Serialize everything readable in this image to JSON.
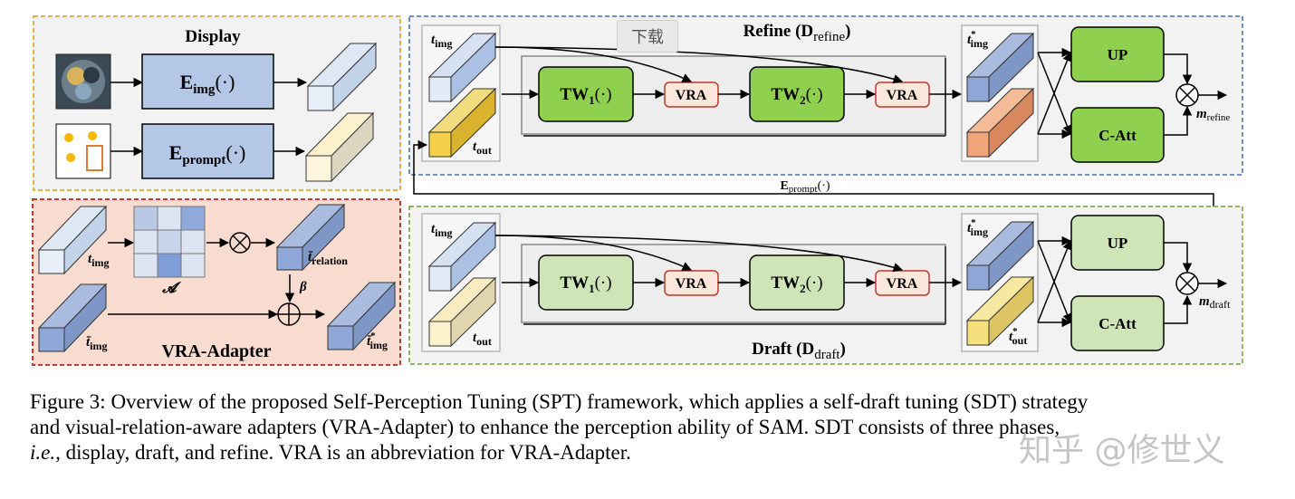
{
  "panels": {
    "display": {
      "title": "Display",
      "e_img_base": "E",
      "e_img_sub": "img",
      "e_img_arg": "(·)",
      "e_prompt_base": "E",
      "e_prompt_sub": "prompt",
      "e_prompt_arg": "(·)"
    },
    "refine": {
      "title_main": "Refine (D",
      "title_sub": "refine",
      "title_close": ")",
      "t_img_base": "t",
      "t_img_sub": "img",
      "t_out_base": "t",
      "t_out_sub": "out",
      "tw1_base": "TW",
      "tw1_sub": "1",
      "tw1_arg": "(·)",
      "tw2_base": "TW",
      "tw2_sub": "2",
      "tw2_arg": "(·)",
      "vra1": "VRA",
      "vra2": "VRA",
      "t_img_star_base": "t",
      "t_img_star_sup": "*",
      "t_img_star_sub": "img",
      "up": "UP",
      "catt": "C-Att",
      "otimes": "⊗",
      "m_base": "m",
      "m_sub": "refine"
    },
    "eprompt_link": {
      "base": "E",
      "sub": "prompt",
      "arg": "(·)"
    },
    "draft": {
      "title_main": "Draft (D",
      "title_sub": "draft",
      "title_close": ")",
      "t_img_base": "t",
      "t_img_sub": "img",
      "t_out_base": "t",
      "t_out_sub": "out",
      "tw1_base": "TW",
      "tw1_sub": "1",
      "tw1_arg": "(·)",
      "tw2_base": "TW",
      "tw2_sub": "2",
      "tw2_arg": "(·)",
      "vra1": "VRA",
      "vra2": "VRA",
      "t_img_star_base": "t",
      "t_img_star_sup": "*",
      "t_img_star_sub": "img",
      "t_out_star_base": "t",
      "t_out_star_sup": "*",
      "t_out_star_sub": "out",
      "up": "UP",
      "catt": "C-Att",
      "otimes": "⊗",
      "m_base": "m",
      "m_sub": "draft"
    },
    "vra_adapter": {
      "title": "VRA-Adapter",
      "t_img_base": "t",
      "t_img_sub": "img",
      "a_label": "𝓐",
      "otimes": "⊗",
      "oplus": "⊕",
      "t_rel_base": "t̄",
      "t_rel_sub": "relation",
      "beta": "β",
      "t_bar_img_base": "t̄",
      "t_bar_img_sub": "img",
      "t_star_base": "t̄",
      "t_star_sup": "*",
      "t_star_sub": "img"
    }
  },
  "download_button": "下载",
  "caption": {
    "line1": "Figure 3: Overview of the proposed Self-Perception Tuning (SPT) framework, which applies a self-draft tuning (SDT) strategy",
    "line2": "and visual-relation-aware adapters (VRA-Adapter) to enhance the perception ability of SAM. SDT consists of three phases,",
    "line3_italic": "i.e.,",
    "line3_rest": " display, draft, and refine. VRA is an abbreviation for VRA-Adapter."
  },
  "watermark": "知乎 @修世义",
  "colors": {
    "display_border": "#e3b341",
    "display_bg": "#f2f2f2",
    "refine_border": "#6f8fc9",
    "draft_border": "#93b56a",
    "stage_bg": "#f2f2f2",
    "vra_border": "#c0392b",
    "vra_bg": "#f8dccf",
    "tw_refine": "#8fd14f",
    "tw_draft": "#cfe5b8",
    "vra_box_bg": "#fbe6dc",
    "vra_box_border": "#c0392b",
    "img_token": "#aac1e4",
    "out_token_refine": "#f0cf4d",
    "out_token_draft": "#fbefc1",
    "img_star_token": "#95b0de",
    "out_star_refine": "#f0a47a",
    "out_star_draft": "#f5e07d",
    "enc_fill": "#b4c7e7"
  }
}
